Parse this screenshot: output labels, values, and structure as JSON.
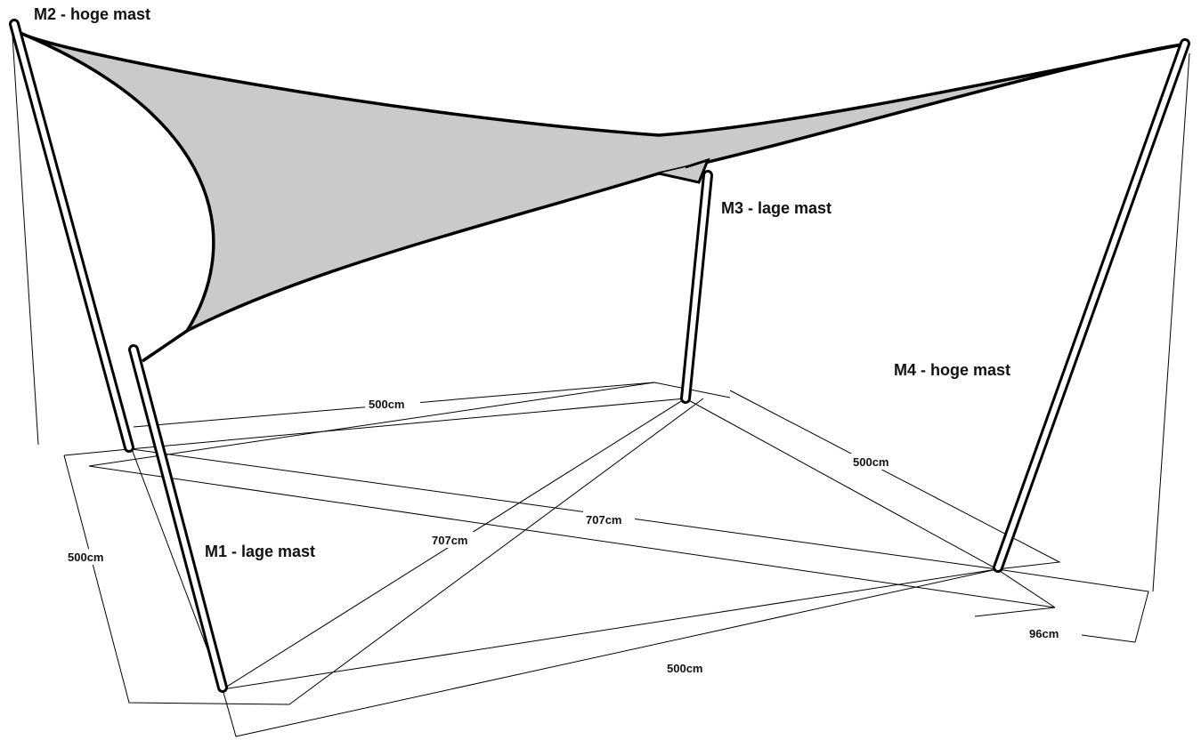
{
  "masts": {
    "m1": "M1 - lage mast",
    "m2": "M2 - hoge mast",
    "m3": "M3 - lage mast",
    "m4": "M4 - hoge mast"
  },
  "dimensions": {
    "side_top": "500cm",
    "side_left": "500cm",
    "side_right": "500cm",
    "side_bottom": "500cm",
    "diagonal_1": "707cm",
    "diagonal_2": "707cm",
    "offset": "96cm"
  }
}
